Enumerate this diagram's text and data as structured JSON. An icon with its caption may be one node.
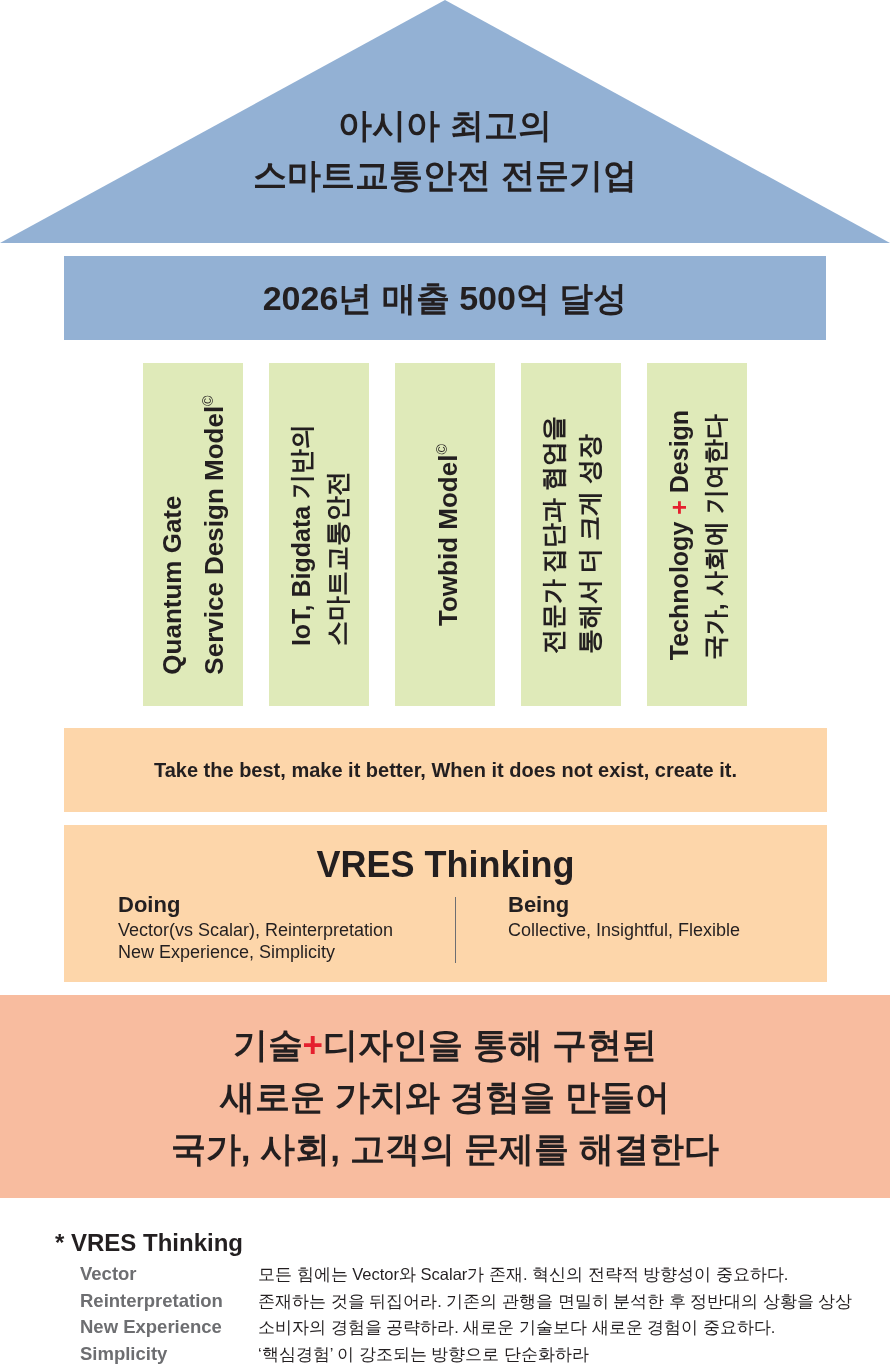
{
  "diagram": {
    "nodes": [
      {
        "text": [
          "아시아 최고의 스마트교통안전 전문기업"
        ]
      },
      {
        "text": [
          "2026년 매출 500억 달성"
        ]
      },
      {
        "text": [
          "Quantum Gate Service Design Model$^{©}$"
        ]
      },
      {
        "text": [
          "IoT, Bigdata 기반의 스마트교통안전"
        ]
      },
      {
        "text": [
          "Towbid Model$^{©}$"
        ]
      },
      {
        "text": [
          "전문가 집단과 협업을 통해서 더 크게 성장"
        ]
      },
      {
        "text": [
          "Technology **+** Design 국가, 사회에 기여한다"
        ]
      },
      {
        "text": [
          "Take the best, make it better, When it does not exist, create it."
        ]
      },
      {
        "text": [
          "VRES Thinking",
          "Doing",
          "Vector(vs Scalar), Reinterpretation New Experience, Simplicity",
          "Being",
          "Collective, Insightful, Flexible"
        ]
      },
      {
        "text": [
          "기술**+**디자인을 통해 구현된 새로운 가치와 경험을 만들어 국가, 사회, 고객의 문제를 해결한다"
        ]
      }
    ],
    "labels": [
      "* VRES Thinking",
      "Vector",
      "모든 힘에는 Vector와 Scalar가 존재. 혁신의 전략적 방향성이 중요하다.",
      "Reinterpretation",
      "존재하는 것을 뒤집어라. 기존의 관행을 면밀히 분석한 후 정반대의 상황을 상상",
      "New Experience",
      "소비자의 경험을 공략하라. 새로운 기술보다 새로운 경험이 중요하다.",
      "Simplicity",
      "‘핵심경험’ 이 강조되는 방향으로 단순화하라"
    ]
  }
}
